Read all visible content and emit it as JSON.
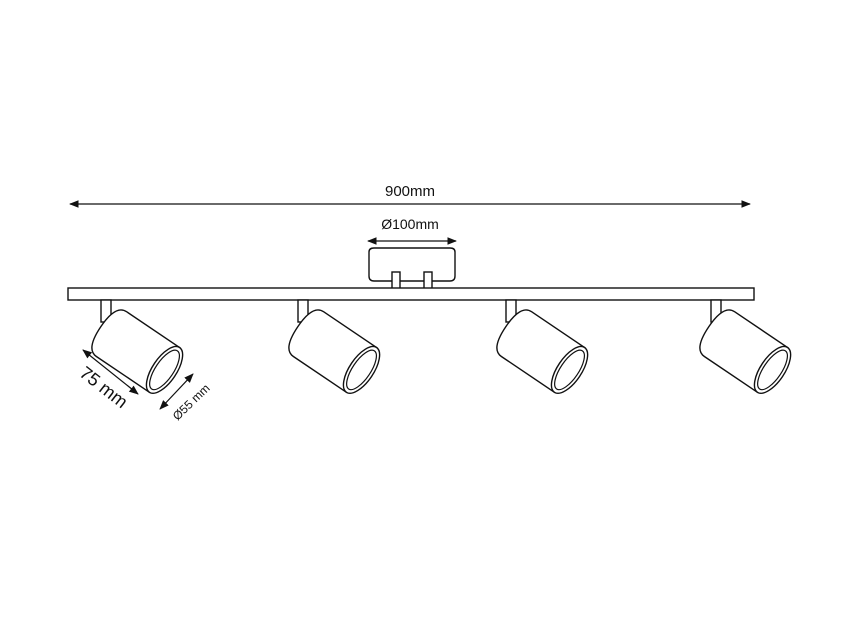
{
  "dimensions": {
    "length": "900mm",
    "base_diameter": "Ø100mm",
    "spot_length": "75 mm",
    "spot_diameter": "Ø55 mm"
  },
  "colors": {
    "line": "#111111",
    "background": "#ffffff"
  }
}
